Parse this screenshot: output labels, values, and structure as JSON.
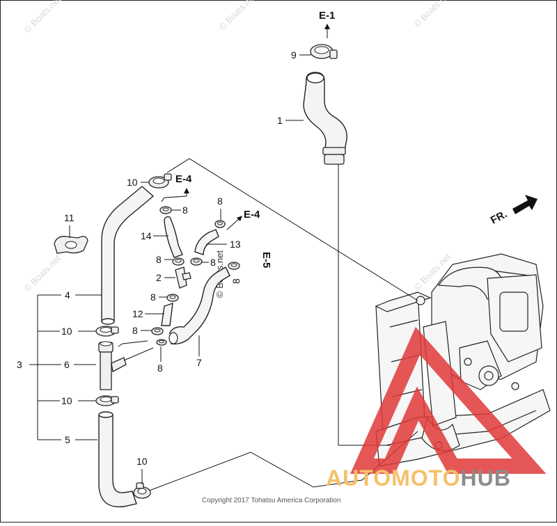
{
  "watermarks": [
    "© Boats.net",
    "© Boats.net",
    "© Boats.net",
    "© Boats.net",
    "© Boats.net",
    "© Boats.net"
  ],
  "callouts": {
    "n1": "1",
    "n2": "2",
    "n3": "3",
    "n4": "4",
    "n5": "5",
    "n6": "6",
    "n7": "7",
    "n8a": "8",
    "n8b": "8",
    "n8c": "8",
    "n8d": "8",
    "n8e": "8",
    "n8f": "8",
    "n8g": "8",
    "n8h": "8",
    "n9": "9",
    "n10a": "10",
    "n10b": "10",
    "n10c": "10",
    "n10d": "10",
    "n11": "11",
    "n12": "12",
    "n13": "13",
    "n14": "14"
  },
  "references": {
    "e1": "E-1",
    "e4a": "E-4",
    "e4b": "E-4",
    "e5": "E-5"
  },
  "front_marker": "FR.",
  "copyright": "Copyright 2017 Tohatsu America Corporation",
  "brand": {
    "part1": "AUTOMOTO",
    "part2": "HUB",
    "color1": "#f4c06a",
    "color2": "#8c8c8c",
    "triangle_color": "#e03838"
  }
}
